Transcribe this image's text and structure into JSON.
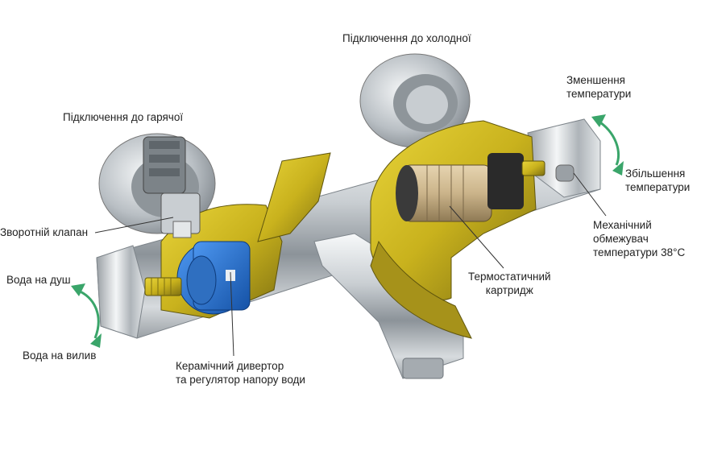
{
  "labels": {
    "cold_connection": "Підключення до холодної",
    "hot_connection": "Підключення до гарячої",
    "temp_decrease": [
      "Зменшення",
      "температури"
    ],
    "temp_increase": [
      "Збільшення",
      "температури"
    ],
    "check_valve": "Зворотній клапан",
    "shower_water": "Вода на душ",
    "spout_water": "Вода на вилив",
    "mech_limiter": [
      "Механічний",
      "обмежувач",
      "температури 38°C"
    ],
    "thermo_cartridge": [
      "Термостатичний",
      "картридж"
    ],
    "ceramic_diverter": [
      "Керамічний дивертор",
      "та регулятор напору води"
    ]
  },
  "colors": {
    "chrome_dark": "#8a9096",
    "chrome_light": "#eef1f3",
    "brass": "#c9b21d",
    "brass_dark": "#6e6210",
    "diverter_blue": "#1f6fd1",
    "cartridge_tan": "#cbb48a",
    "arrow_green": "#3aa56a"
  }
}
